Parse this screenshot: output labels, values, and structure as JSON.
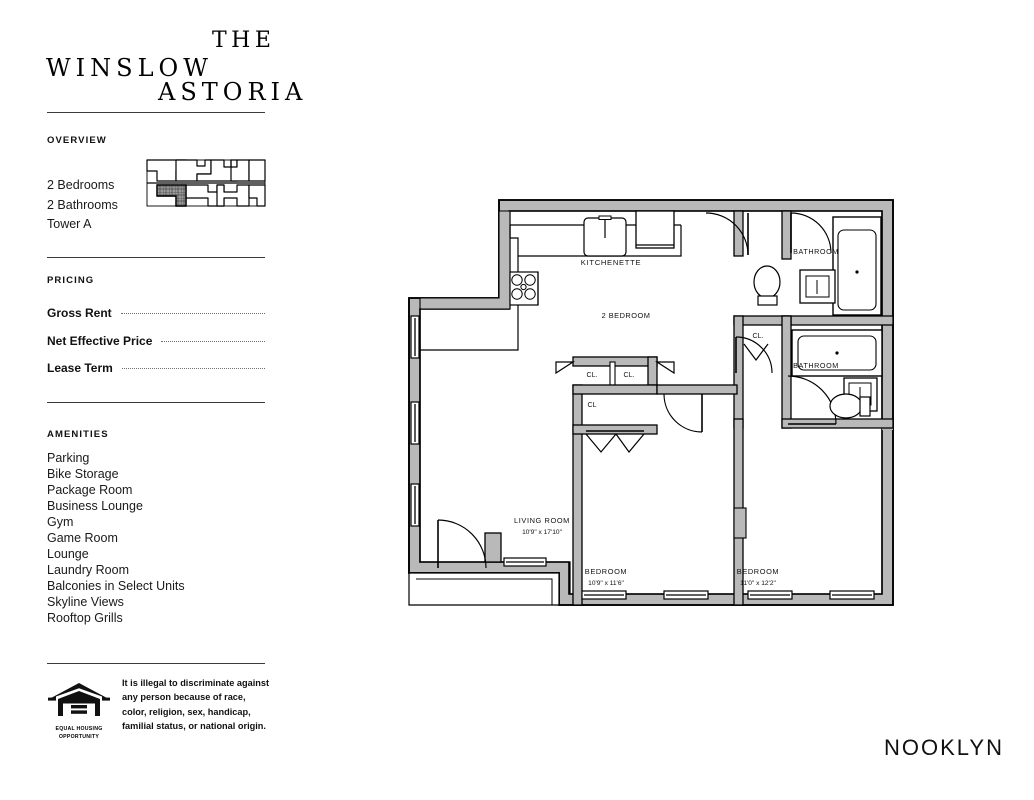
{
  "logo": {
    "the": "THE",
    "winslow": "WINSLOW",
    "astoria": "ASTORIA"
  },
  "sections": {
    "overview_heading": "OVERVIEW",
    "pricing_heading": "PRICING",
    "amenities_heading": "AMENITIES"
  },
  "overview": {
    "bedrooms": "2 Bedrooms",
    "bathrooms": "2 Bathrooms",
    "tower": "Tower A"
  },
  "pricing": [
    {
      "label": "Gross Rent",
      "value": ""
    },
    {
      "label": "Net Effective Price",
      "value": ""
    },
    {
      "label": "Lease Term",
      "value": ""
    }
  ],
  "amenities": [
    "Parking",
    "Bike Storage",
    "Package Room",
    "Business Lounge",
    "Gym",
    "Game Room",
    "Lounge",
    "Laundry Room",
    "Balconies in Select Units",
    "Skyline Views",
    "Rooftop Grills"
  ],
  "eho": {
    "caption_line1": "EQUAL HOUSING",
    "caption_line2": "OPPORTUNITY",
    "disclaimer": "It is illegal to discriminate against any person because of race, color, religion, sex, handicap, familial status, or national origin."
  },
  "brand": {
    "name": "NOOKLYN"
  },
  "floorplan": {
    "labels": {
      "kitchenette": "KITCHENETTE",
      "unit_type": "2 BEDROOM",
      "bathroom_upper": "BATHROOM",
      "bathroom_lower": "BATHROOM",
      "closet_upper_right": "CL.",
      "closet_left": "CL.",
      "closet_middle": "CL.",
      "closet_lower": "CL",
      "living_room": "LIVING ROOM",
      "living_room_dims": "10'9\" x 17'10\"",
      "bedroom_1": "BEDROOM",
      "bedroom_1_dims": "10'9\" x 11'6\"",
      "bedroom_2": "BEDROOM",
      "bedroom_2_dims": "11'0\" x 12'2\""
    }
  },
  "colors": {
    "wall_fill": "#b9b9b9",
    "ink": "#000000",
    "paper": "#ffffff",
    "rule": "#3a3a3a",
    "dots": "#6d6d6d"
  }
}
